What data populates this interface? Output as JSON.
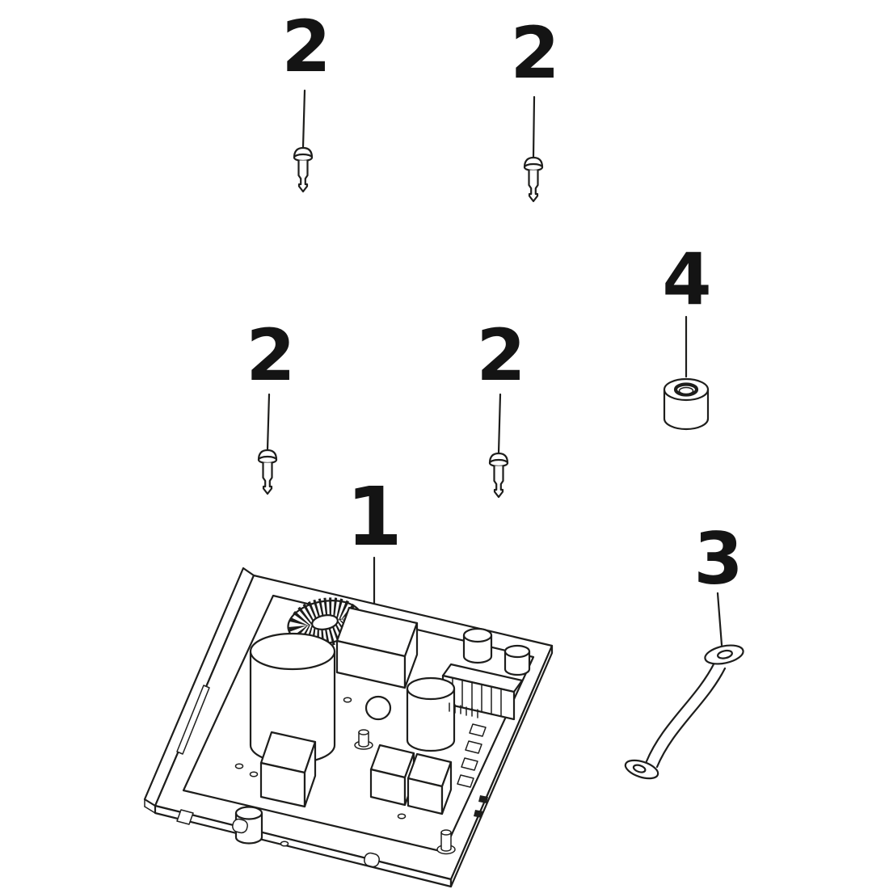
{
  "diagram": {
    "type": "exploded-parts-diagram",
    "background": "#ffffff",
    "line_color": "#1d1d1b",
    "text_color": "#141414"
  },
  "callouts": {
    "board": {
      "label": "1"
    },
    "screw_top_left": {
      "label": "2"
    },
    "screw_top_right": {
      "label": "2"
    },
    "screw_mid_left": {
      "label": "2"
    },
    "screw_mid_right": {
      "label": "2"
    },
    "ground_wire": {
      "label": "3"
    },
    "spacer": {
      "label": "4"
    }
  }
}
